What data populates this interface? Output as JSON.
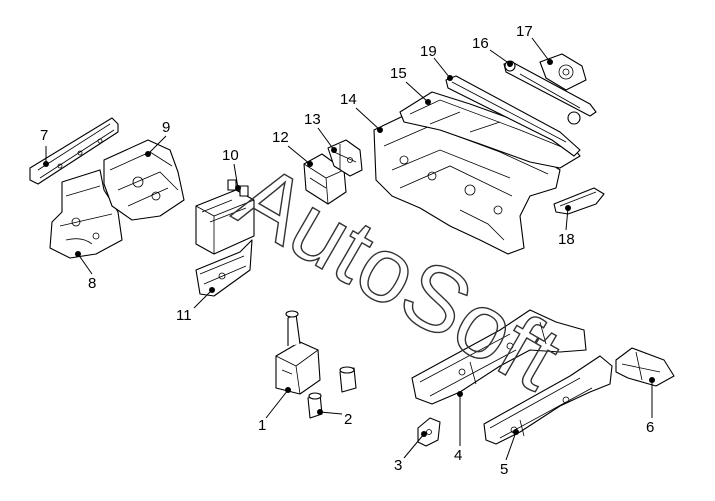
{
  "watermark": "AutoSoft",
  "callouts": [
    "1",
    "2",
    "3",
    "4",
    "5",
    "6",
    "7",
    "8",
    "9",
    "10",
    "11",
    "12",
    "13",
    "14",
    "15",
    "16",
    "17",
    "18",
    "19"
  ]
}
